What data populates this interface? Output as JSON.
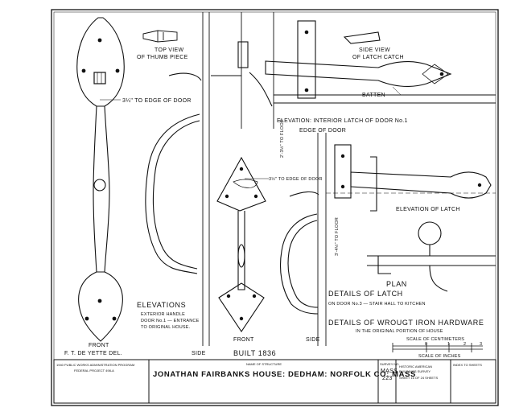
{
  "labels": {
    "top_view": "TOP VIEW",
    "of_thumb_piece": "OF THUMB PIECE",
    "edge_left": "3¼\" TO EDGE OF DOOR",
    "side_view": "SIDE VIEW",
    "of_latch_catch": "OF LATCH CATCH",
    "batten": "BATTEN",
    "elevation_interior": "ELEVATION: INTERIOR LATCH OF DOOR No.1",
    "edge_of_door": "EDGE OF DOOR",
    "dim_floor_1": "2'-3½\" TO FLOOR",
    "edge_center": "3½\" TO EDGE OF DOOR",
    "dim_floor_2": "3'-4½\" TO FLOOR",
    "elevation_latch": "ELEVATION OF LATCH",
    "plan": "PLAN",
    "details_latch": "DETAILS OF LATCH",
    "details_latch_sub": "ON DOOR No.3 — STAIR HALL TO KITCHEN",
    "elevations": "ELEVATIONS",
    "ext_1": "EXTERIOR HANDLE",
    "ext_2": "DOOR No.1 — ENTRANCE",
    "ext_3": "TO ORIGINAL HOUSE.",
    "details_wrought": "DETAILS OF WROUGT IRON HARDWARE",
    "details_wrought_sub": "IN THE ORIGINAL PORTION OF HOUSE",
    "front_left": "FRONT",
    "delineator": "F. T. DE YETTE  DEL.",
    "side_1": "SIDE",
    "built": "BUILT 1836",
    "front_center": "FRONT",
    "side_2": "SIDE",
    "scale_cm": "SCALE OF CENTIMETERS",
    "scale_in": "SCALE OF INCHES",
    "scale_0": "0",
    "scale_1": "1",
    "scale_2": "2",
    "scale_3": "3"
  },
  "title_block": {
    "wpa_1": "1940 PUBLIC WORKS ADMINISTRATION PROGRAM",
    "wpa_2": "FEDERAL PROJECT 498-A",
    "name_of_structure": "NAME OF STRUCTURE",
    "structure": "JONATHAN FAIRBANKS HOUSE: DEDHAM: NORFOLK CO: MASS",
    "survey_no_label": "SURVEY NO.",
    "survey_state": "MASS",
    "survey_no": "223",
    "habs_1": "HISTORIC AMERICAN",
    "habs_2": "BUILDINGS SURVEY",
    "sheet": "SHEET 16 OF 24 SHEETS",
    "index": "INDEX TO SHEETS"
  }
}
